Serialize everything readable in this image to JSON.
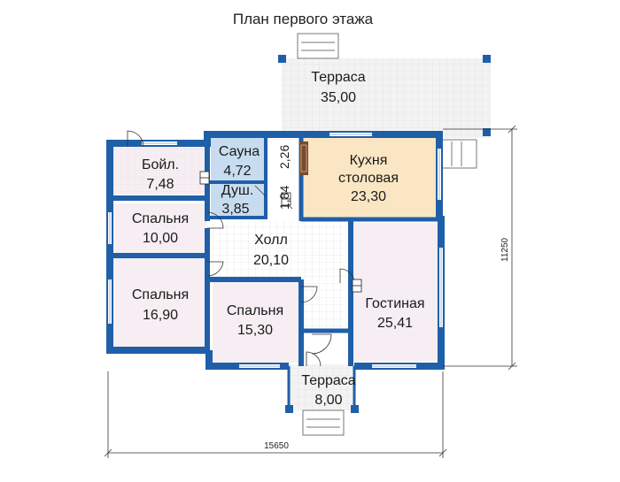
{
  "title": "План первого этажа",
  "rooms": {
    "terrace_top": {
      "name": "Терраса",
      "area": "35,00"
    },
    "boiler": {
      "name": "Бойл.",
      "area": "7,48"
    },
    "sauna": {
      "name": "Сауна",
      "area": "4,72"
    },
    "shower": {
      "name": "Душ.",
      "area": "3,85"
    },
    "kitchen": {
      "name": "Кухня",
      "name2": "столовая",
      "area": "23,30"
    },
    "bedroom1": {
      "name": "Спальня",
      "area": "10,00"
    },
    "hall": {
      "name": "Холл",
      "area": "20,10"
    },
    "bedroom2": {
      "name": "Спальня",
      "area": "16,90"
    },
    "bedroom3": {
      "name": "Спальня",
      "area": "15,30"
    },
    "living": {
      "name": "Гостиная",
      "area": "25,41"
    },
    "terrace_bottom": {
      "name": "Терраса",
      "area": "8,00"
    }
  },
  "dimensions": {
    "total_width": "15650",
    "total_height": "11250",
    "sauna_side": "2,26",
    "shower_side": "1,84"
  },
  "colors": {
    "wall": "#1f5fa8",
    "sauna_fill": "#c8dcf0",
    "kitchen_fill": "#fbe6c4",
    "bedroom_fill": "#f6eef2",
    "terrace_fill": "#f2f2f2"
  }
}
